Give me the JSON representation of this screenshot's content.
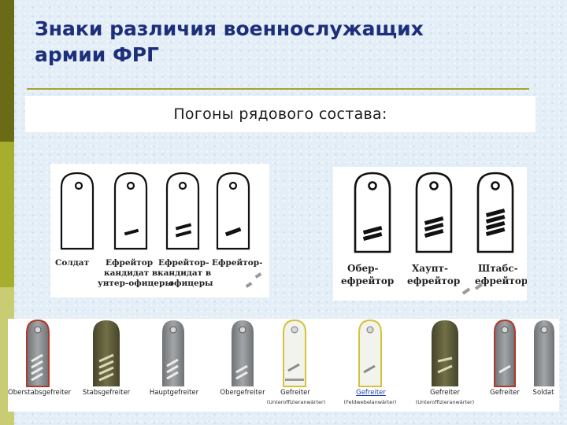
{
  "slide": {
    "title_line1": "Знаки различия военнослужащих",
    "title_line2": "армии ФРГ",
    "subtitle": "Погоны рядового состава:"
  },
  "panel_a": {
    "captions": [
      "Солдат",
      "Ефрейтор",
      "кандидат в",
      "унтер-офицеры",
      "Ефрейтор-",
      "кандидат в",
      "офицеры",
      "Ефрейтор-"
    ]
  },
  "panel_b": {
    "captions": [
      "Обер-",
      "ефрейтор",
      "Хаупт-",
      "ефрейтор",
      "Штабс-",
      "ефрейтор"
    ]
  },
  "panel_c": {
    "labels": [
      "Oberstabsgefreiter",
      "Stabsgefreiter",
      "Hauptgefreiter",
      "Obergefreiter",
      "Gefreiter",
      "Gefreiter",
      "Gefreiter",
      "Gefreiter",
      "Soldat"
    ],
    "sublabels": [
      "(Unteroffizieranwärter)",
      "(Feldwebelanwärter)",
      "(Unteroffizieranwärter)"
    ]
  },
  "colors": {
    "title": "#1d2f7a",
    "rule": "#a3a62a",
    "strap_grey": "#8a8d8f",
    "strap_olive": "#5b5a34",
    "piping_red": "#b03a2e",
    "piping_yellow": "#d4c23a"
  },
  "icons": [
    "shoulder-strap-icon",
    "button-icon",
    "chevron-stripe-icon"
  ]
}
